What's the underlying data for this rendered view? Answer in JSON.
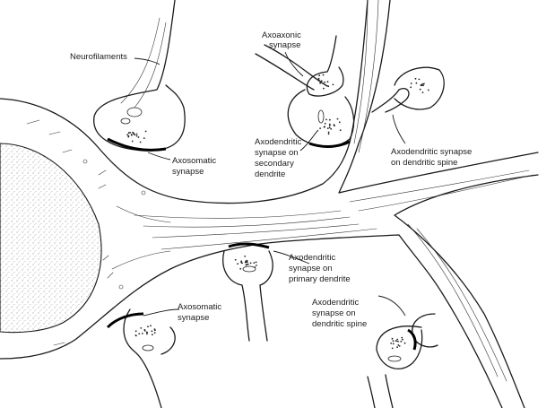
{
  "labels": {
    "neurofilaments": "Neurofilaments",
    "axoaxonic": [
      "Axoaxonic",
      "synapse"
    ],
    "axosomatic_top": [
      "Axosomatic",
      "synapse"
    ],
    "axodendritic_secondary": [
      "Axodendritic",
      "synapse on",
      "secondary",
      "dendrite"
    ],
    "axodendritic_spine_top": [
      "Axodendritic synapse",
      "on dendritic spine"
    ],
    "axodendritic_primary": [
      "Axodendritic",
      "synapse on",
      "primary dendrite"
    ],
    "axosomatic_bottom": [
      "Axosomatic",
      "synapse"
    ],
    "axodendritic_spine_bottom": [
      "Axodendritic",
      "synapse on",
      "dendritic spine"
    ]
  },
  "colors": {
    "ink": "#1a1a1a",
    "background": "#ffffff",
    "nucleus_stipple": "#555555"
  }
}
